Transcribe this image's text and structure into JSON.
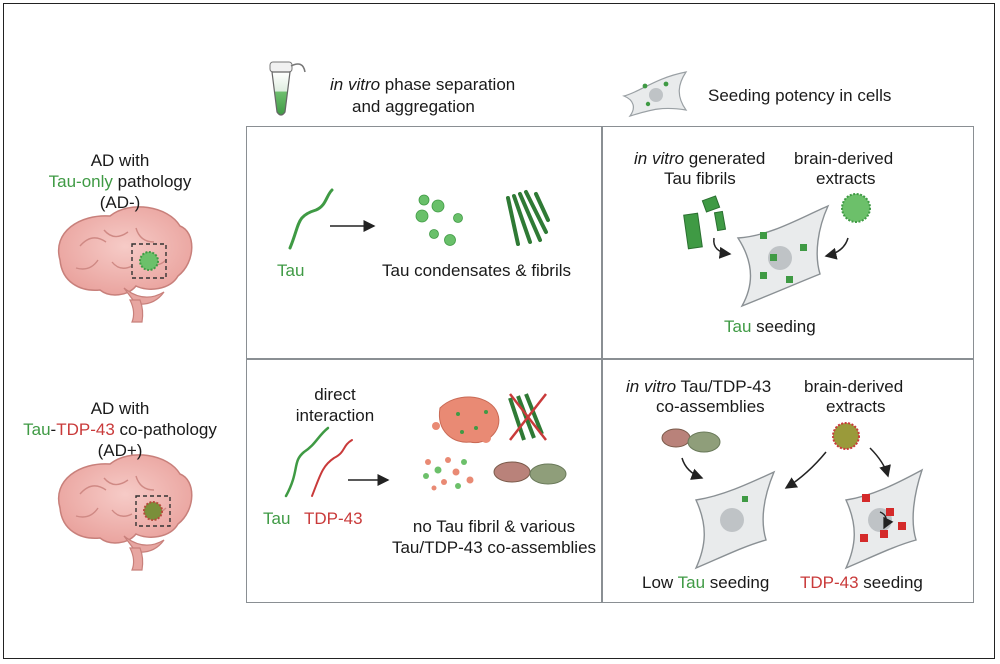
{
  "header": {
    "invitro_italic": "in vitro",
    "invitro_rest": " phase separation",
    "invitro_line2": "and aggregation",
    "seeding_header": "Seeding potency in cells"
  },
  "row1": {
    "label_line1": "AD with",
    "label_green": "Tau-only",
    "label_rest": " pathology",
    "label_line3": "(AD-)",
    "tau_label": "Tau",
    "condensates_label": "Tau condensates & fibrils",
    "fibrils_italic": "in vitro",
    "fibrils_rest": " generated",
    "fibrils_line2": "Tau fibrils",
    "extracts_line1": "brain-derived",
    "extracts_line2": "extracts",
    "seeding_green": "Tau",
    "seeding_rest": " seeding"
  },
  "row2": {
    "label_line1": "AD with",
    "label_green": "Tau",
    "label_dash": "-",
    "label_red": "TDP-43",
    "label_rest": " co-pathology",
    "label_line3": "(AD+)",
    "interaction_line1": "direct",
    "interaction_line2": "interaction",
    "tau_label": "Tau",
    "tdp_label": "TDP-43",
    "result_line1": "no Tau fibril & various",
    "result_line2": "Tau/TDP-43 co-assemblies",
    "coassembly_italic": "in vitro",
    "coassembly_rest": " Tau/TDP-43",
    "coassembly_line2": "co-assemblies",
    "extracts_line1": "brain-derived",
    "extracts_line2": "extracts",
    "low_prefix": "Low ",
    "low_green": "Tau",
    "low_rest": " seeding",
    "tdp_seed_red": "TDP-43",
    "tdp_seed_rest": " seeding"
  },
  "colors": {
    "tau_green": "#3f9a44",
    "tdp_red": "#c93a3a",
    "brain_pink": "#f2b8b4",
    "cell_gray": "#e9ebec",
    "panel_border": "#8a8f93"
  },
  "icons": [
    "tube-icon",
    "cell-icon",
    "brain-icon",
    "fibril-icon",
    "condensate-icon"
  ]
}
